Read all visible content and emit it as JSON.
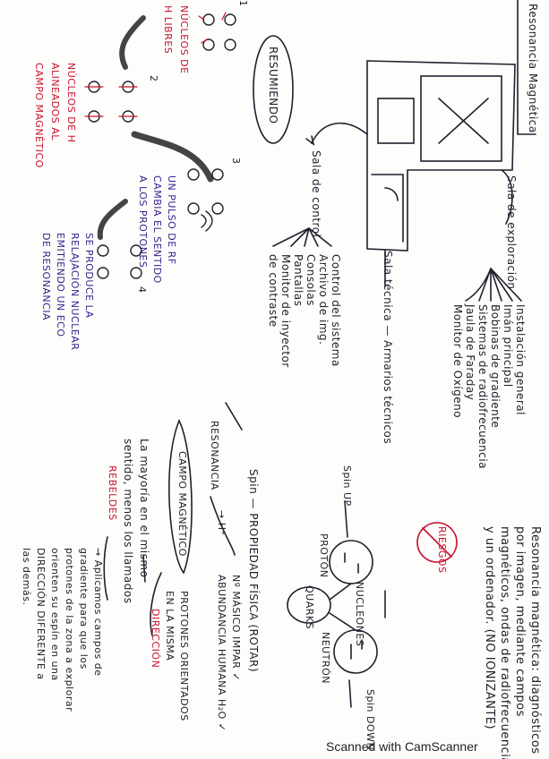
{
  "title": "Resonancia Magnética",
  "definition": {
    "lines": [
      "Resonancia magnética: diagnósticos",
      "por imagen, mediante campos",
      "magnéticos, ondas de radiofrecuencia",
      "y un ordenador. (NO IONIZANTE)"
    ],
    "riesgos": "RIESGOS"
  },
  "rooms": {
    "sala_exploracion": "Sala de exploración",
    "exploracion_items": [
      "Instalación general",
      "Imán principal",
      "Bobinas de gradiente",
      "Sistemas de radiofrecuencia",
      "Jaula de Faraday",
      "Monitor de Oxígeno"
    ],
    "sala_tecnica": "Sala técnica — Armarios técnicos",
    "sala_control": "Sala de control",
    "control_items": [
      "Control del sistema",
      "Archivo de img.",
      "Consolas",
      "Pantallas",
      "Monitor de inyector",
      "de contraste"
    ]
  },
  "resumiendo": {
    "heading": "RESUMIENDO",
    "steps": [
      "1",
      "2",
      "3",
      "4"
    ],
    "texts": [
      {
        "color": "red",
        "lines": [
          "NÚCLEOS DE",
          "H LIBRES"
        ]
      },
      {
        "color": "red",
        "lines": [
          "NÚCLEOS DE H",
          "ALINEADOS AL",
          "CAMPO MAGNÉTICO"
        ]
      },
      {
        "color": "purple",
        "lines": [
          "UN PULSO DE RF",
          "CAMBIA EL SENTIDO",
          "A LOS PROTONES"
        ]
      },
      {
        "color": "purple",
        "lines": [
          "SE PRODUCE LA",
          "RELAJACIÓN NUCLEAR",
          "EMITIENDO UN ECO",
          "DE RESONANCIA"
        ]
      }
    ]
  },
  "spin": {
    "spin_up": "Spin UP",
    "spin_down": "Spin DOWN",
    "proton": "PROTÓN",
    "neutron": "NEUTRÓN",
    "quarks": "QUARKS",
    "nucleons": "NUCLEONES",
    "lines": [
      "Spin — PROPIEDAD FÍSICA (ROTAR)",
      "Nº MÁSICO IMPAR ✓",
      "ABUNDANCIA HUMANA H₂O ✓",
      "→ H⁺",
      "RESONANCIA",
      "CAMPO MAGNÉTICO",
      "PROTONES ORIENTADOS",
      "EN LA MISMA",
      "DIRECCIÓN",
      "La mayoría en el mismo",
      "sentido, menos los llamados",
      "REBELDES",
      "→ Aplicamos campos de",
      "gradiente para que los",
      "protones de la zona a explorar",
      "orienten su espín en una",
      "DIRECCIÓN DIFERENTE a",
      "las demás."
    ]
  },
  "scanner_mark": "Scanned with CamScanner",
  "colors": {
    "ink": "#20202e",
    "red": "#c8102e",
    "purple": "#3a1d8c"
  }
}
